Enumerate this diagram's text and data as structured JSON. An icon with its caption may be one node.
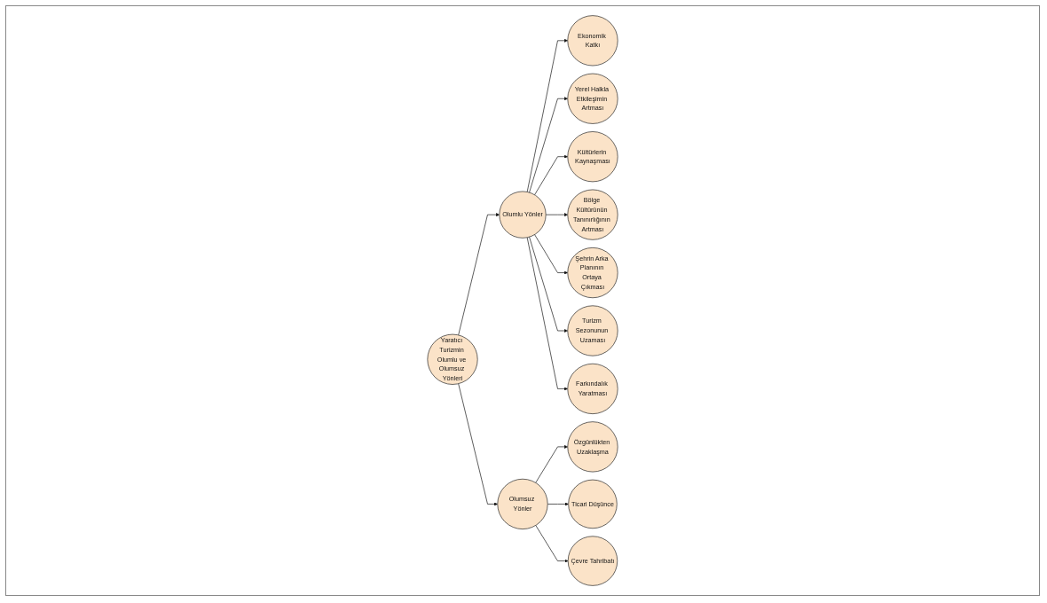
{
  "diagram": {
    "nodes": [
      {
        "text": [
          "Yaratıcı Turizmin Olumlu ve Olumsuz Yönleri"
        ]
      },
      {
        "text": [
          "Olumlu Yönler"
        ]
      },
      {
        "text": [
          "Olumsuz Yönler"
        ]
      },
      {
        "text": [
          "Ekonomik Katkı"
        ]
      },
      {
        "text": [
          "Yerel Halkla Etkileşimin Artması"
        ]
      },
      {
        "text": [
          "Kültürlerin Kaynaşması"
        ]
      },
      {
        "text": [
          "Bölge Kültürünün Tanınırlığının Artması"
        ]
      },
      {
        "text": [
          "Şehrin Arka Planının Ortaya Çıkması"
        ]
      },
      {
        "text": [
          "Turizm Sezonunun Uzaması"
        ]
      },
      {
        "text": [
          "Farkındalık Yaratması"
        ]
      },
      {
        "text": [
          "Özgünlükten Uzaklaşma"
        ]
      },
      {
        "text": [
          "Ticari Düşünce"
        ]
      },
      {
        "text": [
          "Çevre Tahribatı"
        ]
      }
    ],
    "edges": [
      {
        "from": 0,
        "to": 1,
        "arrow": "to"
      },
      {
        "from": 0,
        "to": 2,
        "arrow": "to"
      },
      {
        "from": 1,
        "to": 3,
        "arrow": "to"
      },
      {
        "from": 1,
        "to": 4,
        "arrow": "to"
      },
      {
        "from": 1,
        "to": 5,
        "arrow": "to"
      },
      {
        "from": 1,
        "to": 6,
        "arrow": "to"
      },
      {
        "from": 1,
        "to": 7,
        "arrow": "to"
      },
      {
        "from": 1,
        "to": 8,
        "arrow": "to"
      },
      {
        "from": 1,
        "to": 9,
        "arrow": "to"
      },
      {
        "from": 2,
        "to": 10,
        "arrow": "to"
      },
      {
        "from": 2,
        "to": 11,
        "arrow": "to"
      },
      {
        "from": 2,
        "to": 12,
        "arrow": "to"
      }
    ]
  }
}
